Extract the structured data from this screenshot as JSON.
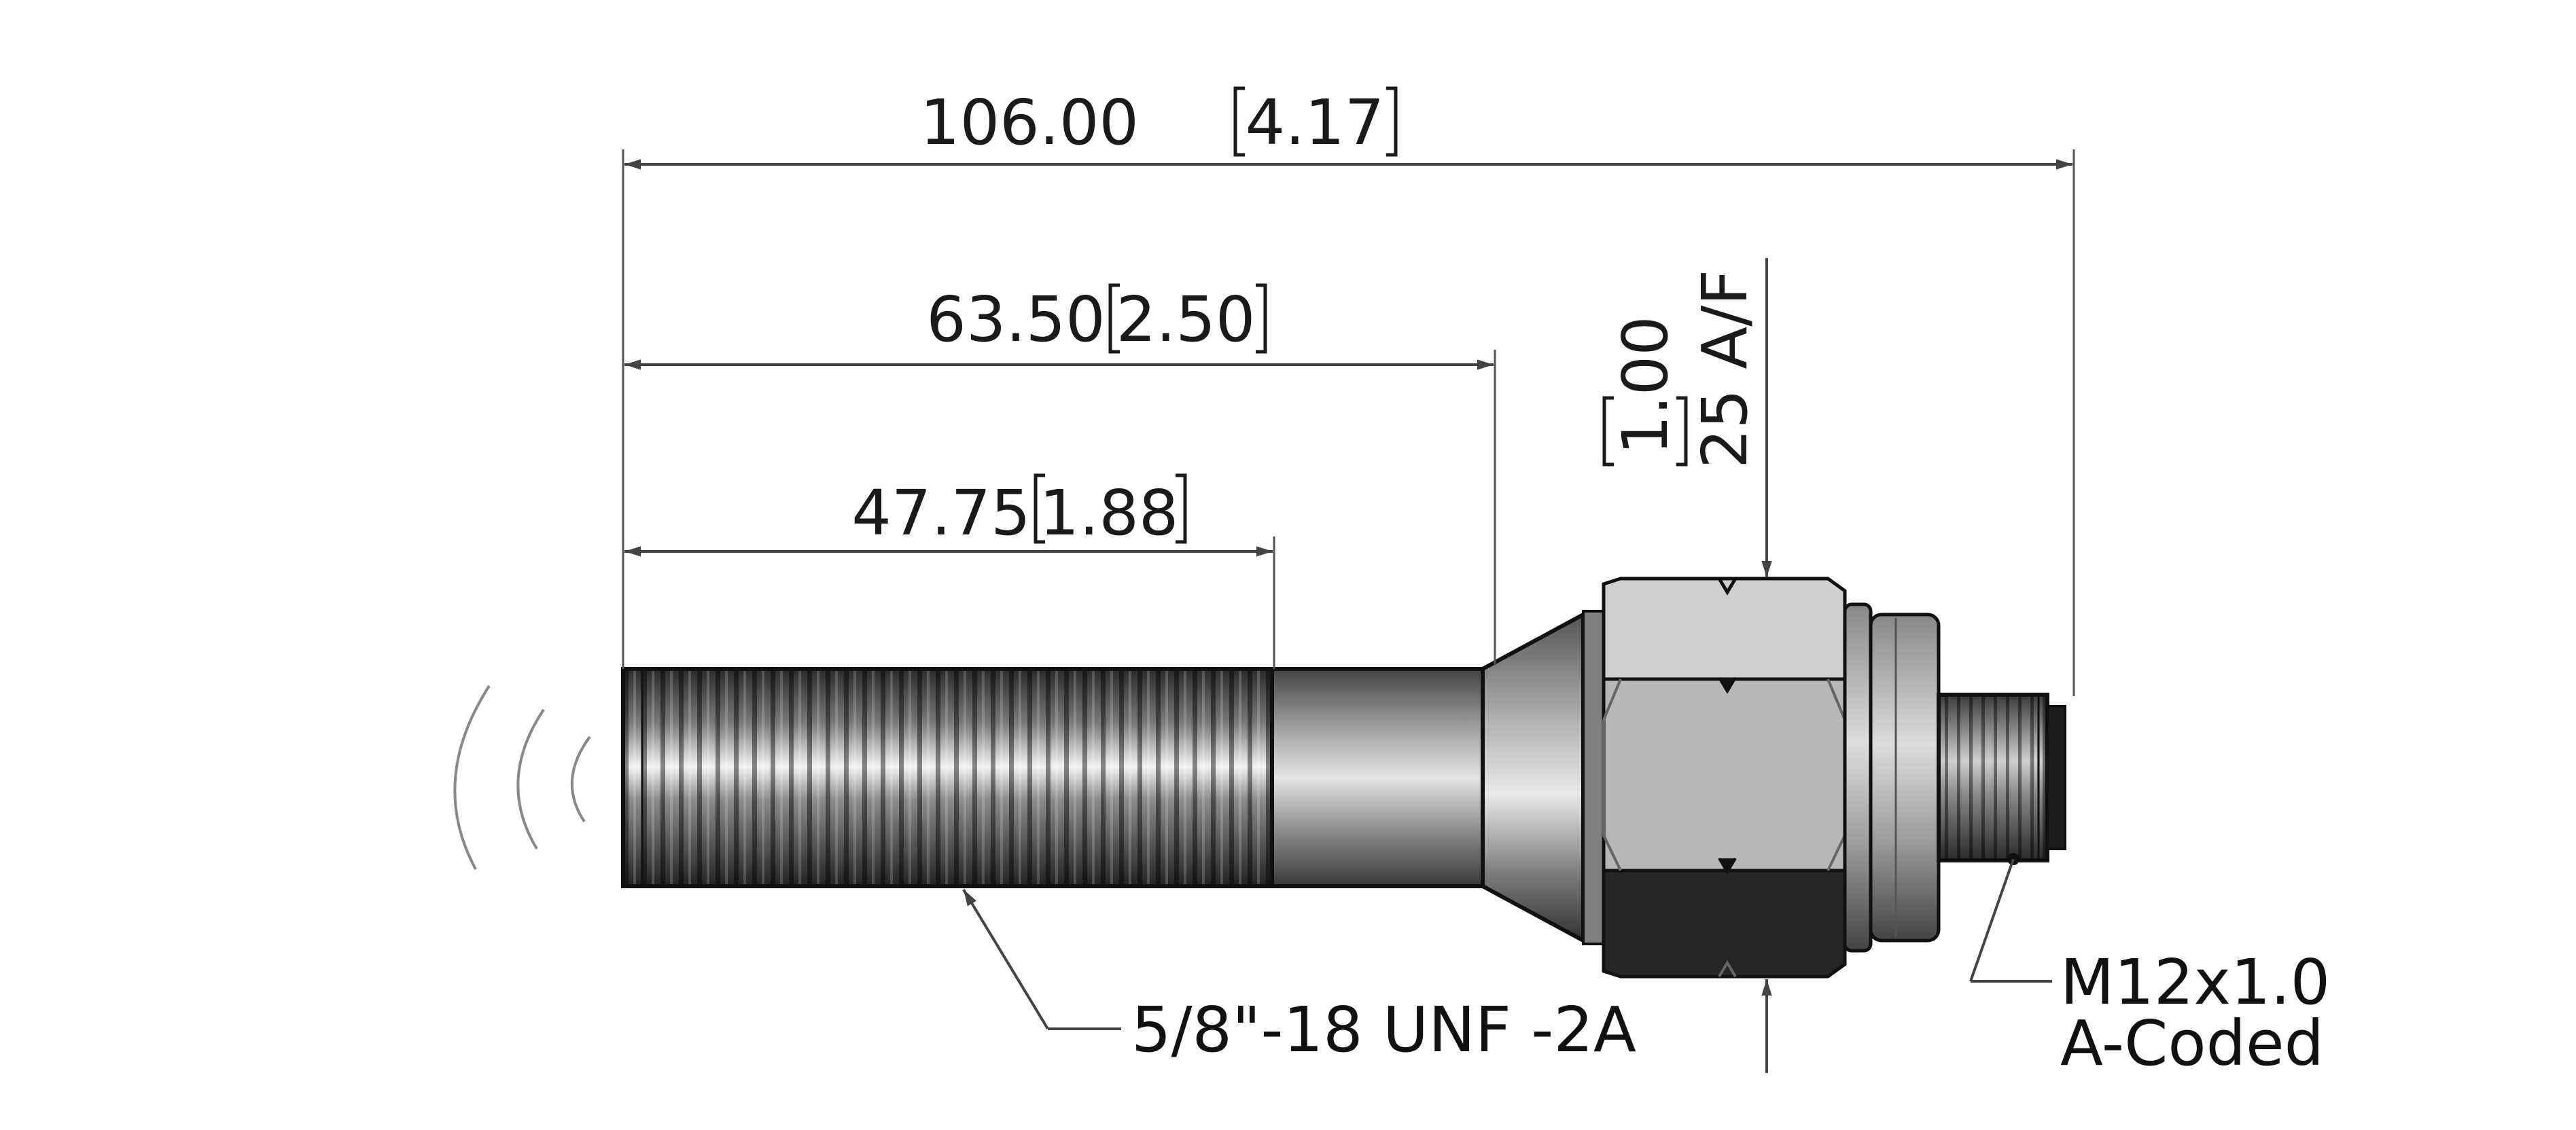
{
  "dimensions": {
    "overall_length": {
      "mm": "106.00",
      "inch": "4.17"
    },
    "hex_front_length": {
      "mm": "63.50",
      "inch": "2.50"
    },
    "thread_length": {
      "mm": "47.75",
      "inch": "1.88"
    },
    "hex_across_flats": {
      "mm": "25 A/F",
      "inch": "1.00"
    }
  },
  "callouts": {
    "thread_spec": "5/8\"-18 UNF -2A",
    "connector_line1": "M12x1.0",
    "connector_line2": "A-Coded"
  },
  "colors": {
    "line": "#444444",
    "metal_dark": "#2b2b2b",
    "metal_light": "#d8d8d8"
  }
}
